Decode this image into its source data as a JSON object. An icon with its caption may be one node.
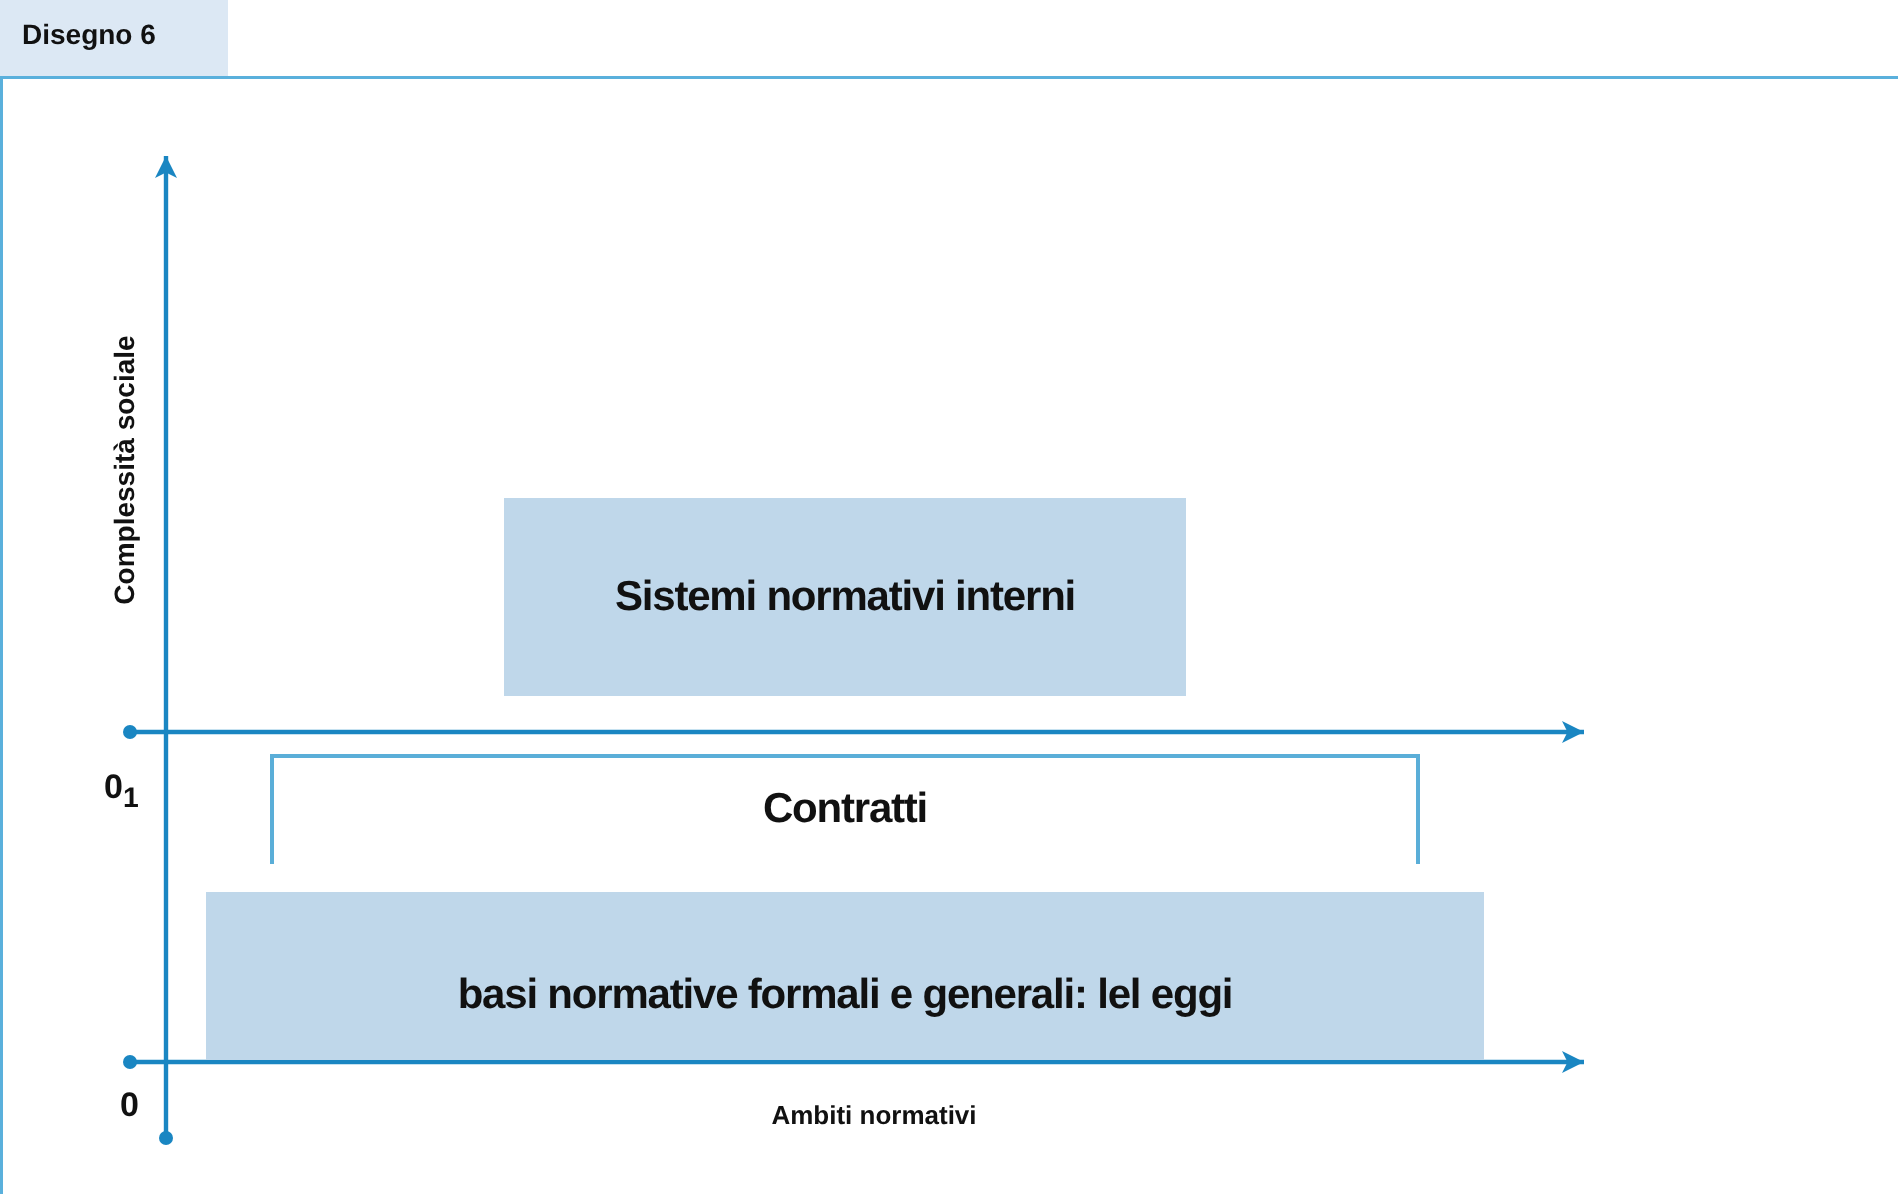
{
  "diagram": {
    "title": "Disegno 6",
    "nodes": [
      {
        "text": [
          "Sistemi normativi interni"
        ]
      },
      {
        "text": [
          "Contratti"
        ]
      },
      {
        "text": [
          "basi normative formali e generali: lel eggi"
        ]
      }
    ],
    "labels": [
      "Complessità sociale",
      "0$_{1}$",
      "0",
      "Ambiti normativi"
    ]
  }
}
